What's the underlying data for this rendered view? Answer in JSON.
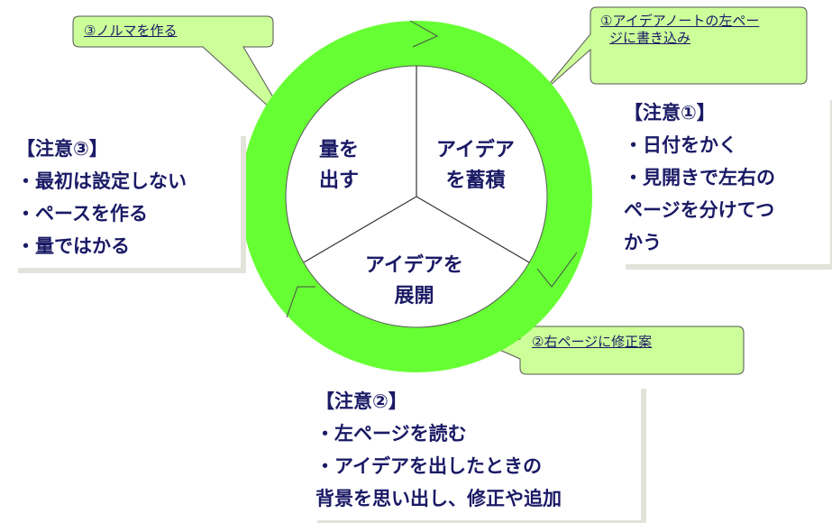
{
  "cycle": {
    "segments": [
      {
        "id": "accumulate",
        "lines": [
          "アイデア",
          "を蓄積"
        ]
      },
      {
        "id": "develop",
        "lines": [
          "アイデアを",
          "展開"
        ]
      },
      {
        "id": "output",
        "lines": [
          "量を",
          "出す"
        ]
      }
    ],
    "ring_color": "#66ff33"
  },
  "callouts": [
    {
      "id": "c1",
      "lines": [
        "①アイデアノートの左ペー",
        "ジに書き込み"
      ]
    },
    {
      "id": "c2",
      "lines": [
        "②右ページに修正案"
      ]
    },
    {
      "id": "c3",
      "lines": [
        "③ノルマを作る"
      ]
    }
  ],
  "notes": [
    {
      "id": "n1",
      "heading": "【注意①】",
      "lines": [
        "・日付をかく",
        "・見開きで左右の",
        "ページを分けてつ",
        "かう"
      ]
    },
    {
      "id": "n2",
      "heading": "【注意②】",
      "lines": [
        "・左ページを読む",
        "・アイデアを出したときの",
        "背景を思い出し、修正や追加"
      ]
    },
    {
      "id": "n3",
      "heading": "【注意③】",
      "lines": [
        "・最初は設定しない",
        "・ペースを作る",
        "・量ではかる"
      ]
    }
  ],
  "colors": {
    "callout_fill": "#ccff99",
    "text": "#1a1a66",
    "ring": "#66ff33"
  }
}
